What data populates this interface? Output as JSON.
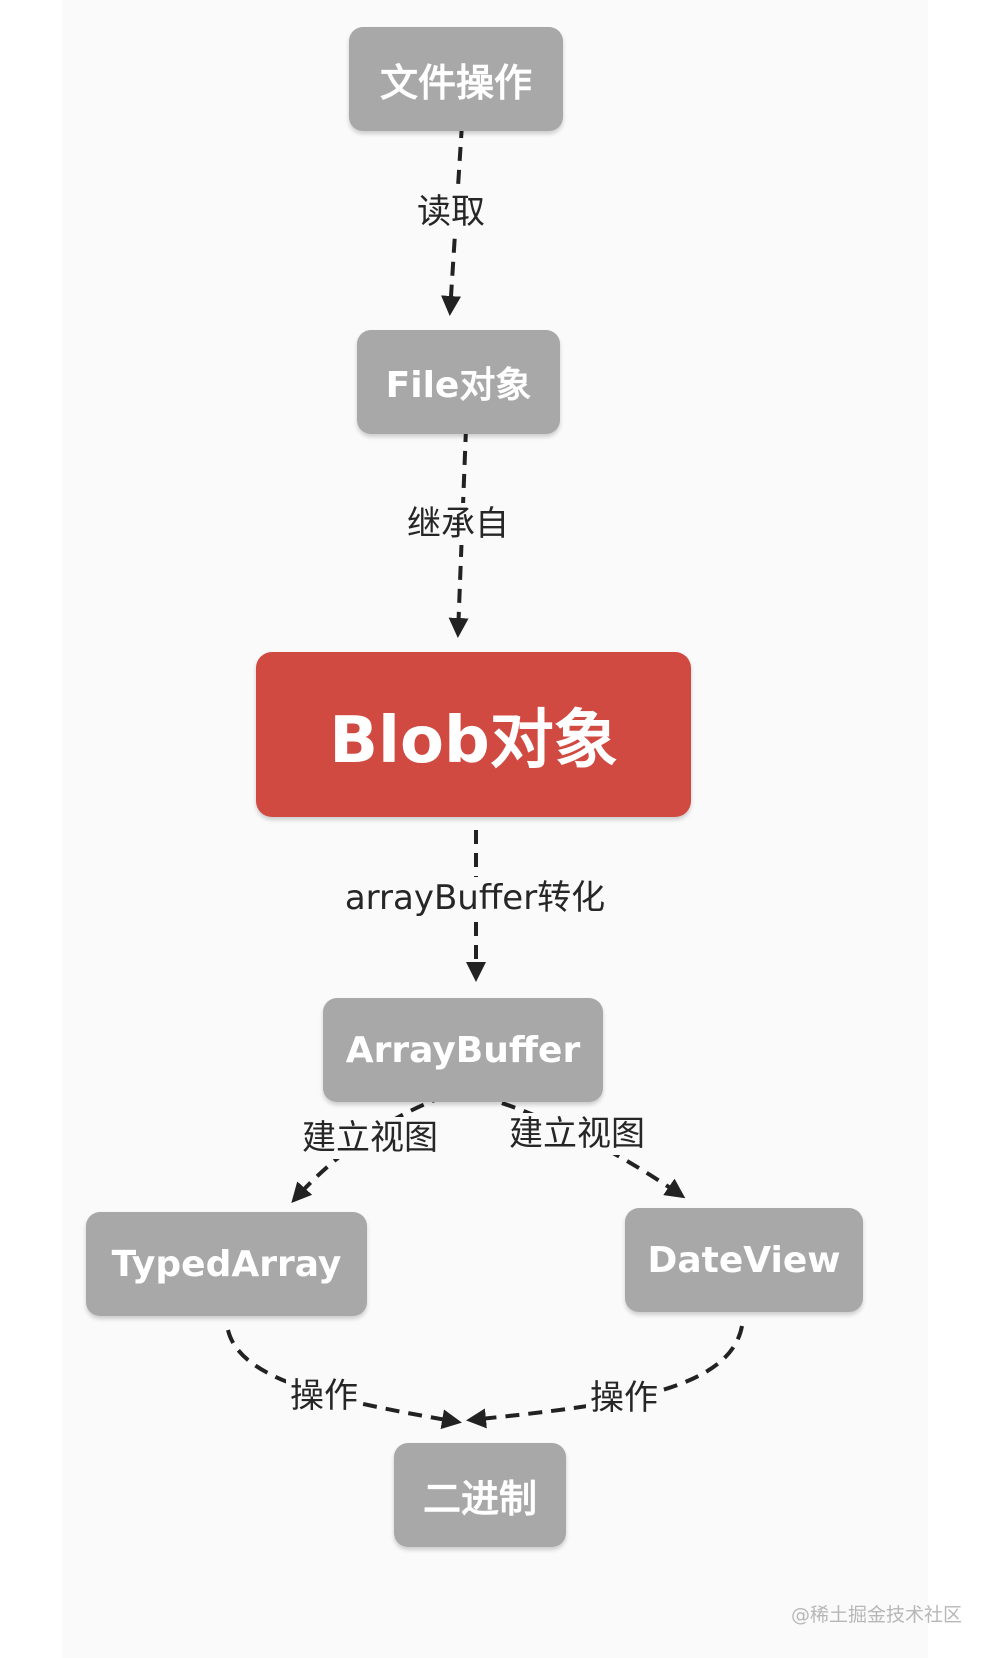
{
  "nodes": {
    "file_ops": "文件操作",
    "file_object": "File对象",
    "blob_object": "Blob对象",
    "array_buffer": "ArrayBuffer",
    "typed_array": "TypedArray",
    "date_view": "DateView",
    "binary": "二进制"
  },
  "edges": {
    "read": "读取",
    "inherit": "继承自",
    "convert": "arrayBuffer转化",
    "view_left": "建立视图",
    "view_right": "建立视图",
    "op_left": "操作",
    "op_right": "操作"
  },
  "colors": {
    "node": "#a8a8a8",
    "highlight": "#d14a42",
    "edge": "#222222"
  },
  "watermark": "@稀土掘金技术社区"
}
